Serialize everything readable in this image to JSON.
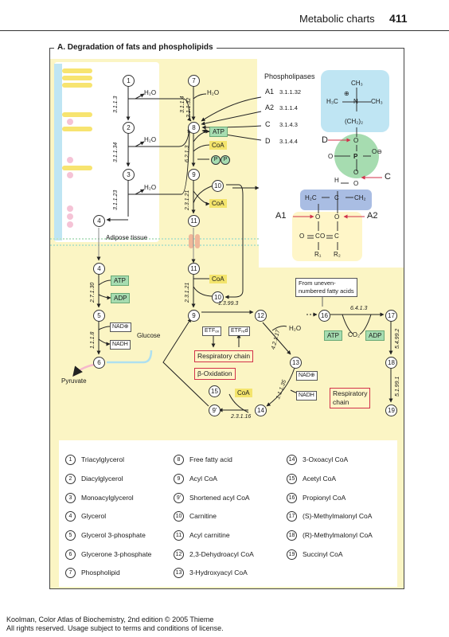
{
  "header": {
    "title": "Metabolic charts",
    "page": "411"
  },
  "section_title": "A. Degradation of fats and phospholipids",
  "nodes": [
    "1",
    "2",
    "3",
    "4",
    "4",
    "5",
    "6",
    "7",
    "8",
    "9",
    "10",
    "11",
    "11",
    "10",
    "9",
    "12",
    "13",
    "14",
    "15",
    "9'",
    "16",
    "17",
    "18",
    "19"
  ],
  "enzymes": {
    "e1": "3.1.1.3",
    "e2": "3.1.1.34",
    "e3": "3.1.1.23",
    "e4": "3.1.1.4",
    "e5": "3.1.1.32",
    "e6": "6.2.1.3",
    "e7": "2.3.1.21",
    "e8": "2.7.1.30",
    "e9": "1.1.1.8",
    "e10": "2.3.1.21",
    "e11": "1.3.99.3",
    "e12": "4.2.1.17",
    "e13": "1.1.1.35",
    "e14": "2.3.1.16",
    "e15": "6.4.1.3",
    "e16": "5.4.99.2",
    "e17": "5.1.99.1"
  },
  "labels": {
    "h2o": "H₂O",
    "h2o_b": "H₂O",
    "h2o_c": "H₂O",
    "h2o_d": "H₂O",
    "h2o_e": "H₂O",
    "atp": "ATP",
    "coa": "CoA",
    "p1": "P",
    "p2": "P",
    "coa2": "CoA",
    "coa3": "CoA",
    "adipose": "Adipose tissue",
    "atp2": "ATP",
    "adp": "ADP",
    "nad": "NAD⊕",
    "nadh": "NADH",
    "glucose": "Glucose",
    "pyruvate": "Pyruvate",
    "etf_ox": "ETFₒₓ",
    "etf_red": "ETFᵣₑd",
    "resp_chain": "Respiratory chain",
    "beta_ox": "β-Oxidation",
    "nad2": "NAD⊕",
    "nadh2": "NADH",
    "resp_chain2_a": "Respiratory",
    "resp_chain2_b": "chain",
    "coa4": "CoA",
    "from_uneven_a": "From uneven-",
    "from_uneven_b": "numbered fatty acids",
    "atp3": "ATP",
    "co2": "CO₂",
    "adp2": "ADP"
  },
  "phospholipases": {
    "title": "Phospholipases",
    "rows": [
      {
        "key": "A1",
        "code": "3.1.1.32"
      },
      {
        "key": "A2",
        "code": "3.1.1.4"
      },
      {
        "key": "C",
        "code": "3.1.4.3"
      },
      {
        "key": "D",
        "code": "3.1.4.4"
      }
    ]
  },
  "structure": {
    "ch3_top": "CH₃",
    "n_plus": "⊕",
    "h3c": "H₃C",
    "n": "N",
    "ch3_r": "CH₃",
    "ch22": "(CH₂)₂",
    "o1": "O",
    "o2": "O",
    "p": "P",
    "o_minus": "O⊖",
    "o_eq": "O",
    "o3": "O",
    "h": "H",
    "h2c": "H₂C",
    "c": "C",
    "ch2": "CH₂",
    "o4": "O",
    "o5": "O",
    "oeq1": "O",
    "c1": "C",
    "oeq2": "O",
    "c2": "C",
    "r1": "R₁",
    "r2": "R₂",
    "tag_d": "D",
    "tag_c": "C",
    "tag_a1": "A1",
    "tag_a2": "A2"
  },
  "legend": [
    {
      "num": "1",
      "name": "Triacylglycerol"
    },
    {
      "num": "2",
      "name": "Diacylglycerol"
    },
    {
      "num": "3",
      "name": "Monoacylglycerol"
    },
    {
      "num": "4",
      "name": "Glycerol"
    },
    {
      "num": "5",
      "name": "Glycerol 3-phosphate"
    },
    {
      "num": "6",
      "name": "Glycerone 3-phosphate"
    },
    {
      "num": "7",
      "name": "Phospholipid"
    },
    {
      "num": "8",
      "name": "Free fatty acid"
    },
    {
      "num": "9",
      "name": "Acyl CoA"
    },
    {
      "num": "9'",
      "name": "Shortened acyl CoA"
    },
    {
      "num": "10",
      "name": "Carnitine"
    },
    {
      "num": "11",
      "name": "Acyl carnitine"
    },
    {
      "num": "12",
      "name": "2,3-Dehydroacyl CoA"
    },
    {
      "num": "13",
      "name": "3-Hydroxyacyl CoA"
    },
    {
      "num": "14",
      "name": "3-Oxoacyl CoA"
    },
    {
      "num": "15",
      "name": "Acetyl CoA"
    },
    {
      "num": "16",
      "name": "Propionyl CoA"
    },
    {
      "num": "17",
      "name": "(S)-Methylmalonyl CoA"
    },
    {
      "num": "18",
      "name": "(R)-Methylmalonyl CoA"
    },
    {
      "num": "19",
      "name": "Succinyl CoA"
    }
  ],
  "footer": {
    "line1": "Koolman, Color Atlas of Biochemistry, 2nd edition © 2005 Thieme",
    "line2": "All rights reserved. Usage subject to terms and conditions of license."
  }
}
